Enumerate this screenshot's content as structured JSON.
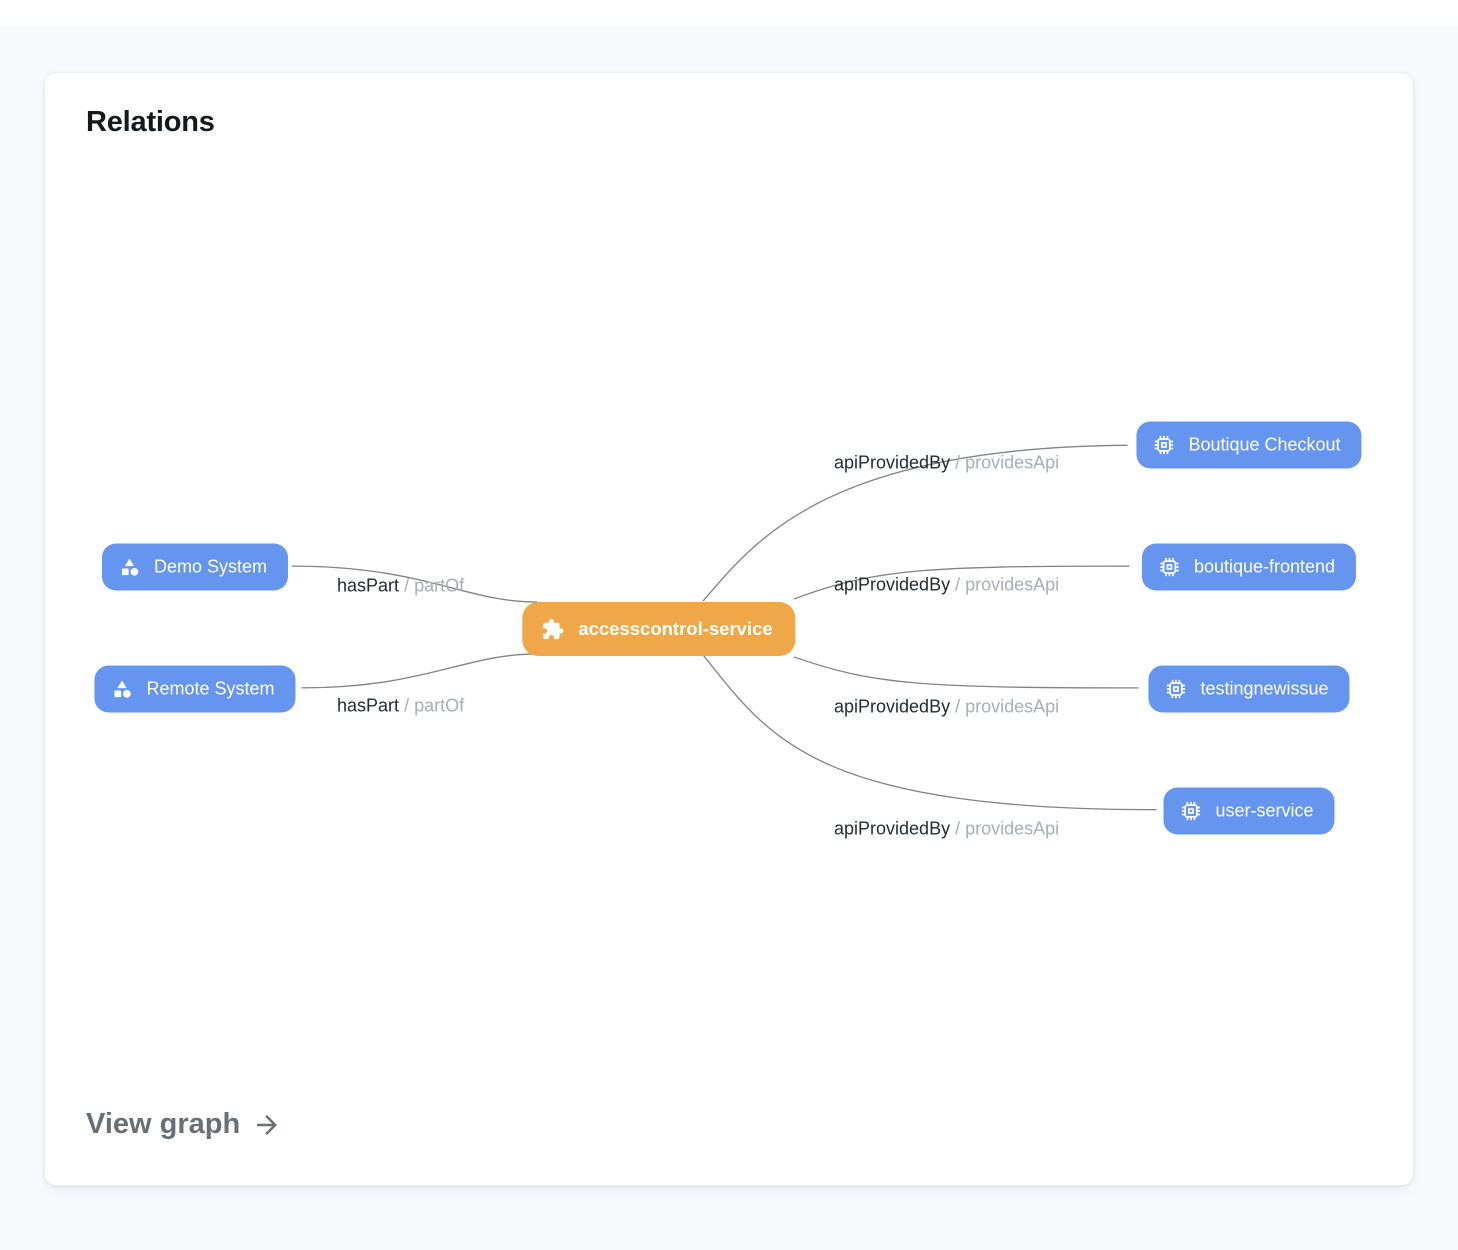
{
  "card": {
    "title": "Relations",
    "footer": {
      "label": "View graph",
      "arrow_icon": "arrow-right-icon"
    }
  },
  "colors": {
    "center_node": "#f0a74a",
    "entity_node": "#6695f0",
    "edge_line": "#828282",
    "edge_label_primary": "#262b33",
    "edge_label_secondary": "#a9aeb6",
    "page_background": "#f8f9fd"
  },
  "graph": {
    "center_node": {
      "label": "accesscontrol-service",
      "icon": "puzzle-icon"
    },
    "left_nodes": [
      {
        "label": "Demo System",
        "icon": "system-icon"
      },
      {
        "label": "Remote System",
        "icon": "system-icon"
      }
    ],
    "right_nodes": [
      {
        "label": "Boutique Checkout",
        "icon": "api-chip-icon"
      },
      {
        "label": "boutique-frontend",
        "icon": "api-chip-icon"
      },
      {
        "label": "testingnewissue",
        "icon": "api-chip-icon"
      },
      {
        "label": "user-service",
        "icon": "api-chip-icon"
      }
    ],
    "edge_labels": [
      {
        "primary": "hasPart",
        "secondary": "/ partOf"
      },
      {
        "primary": "hasPart",
        "secondary": "/ partOf"
      },
      {
        "primary": "apiProvidedBy",
        "secondary": "/ providesApi"
      },
      {
        "primary": "apiProvidedBy",
        "secondary": "/ providesApi"
      },
      {
        "primary": "apiProvidedBy",
        "secondary": "/ providesApi"
      },
      {
        "primary": "apiProvidedBy",
        "secondary": "/ providesApi"
      }
    ]
  }
}
